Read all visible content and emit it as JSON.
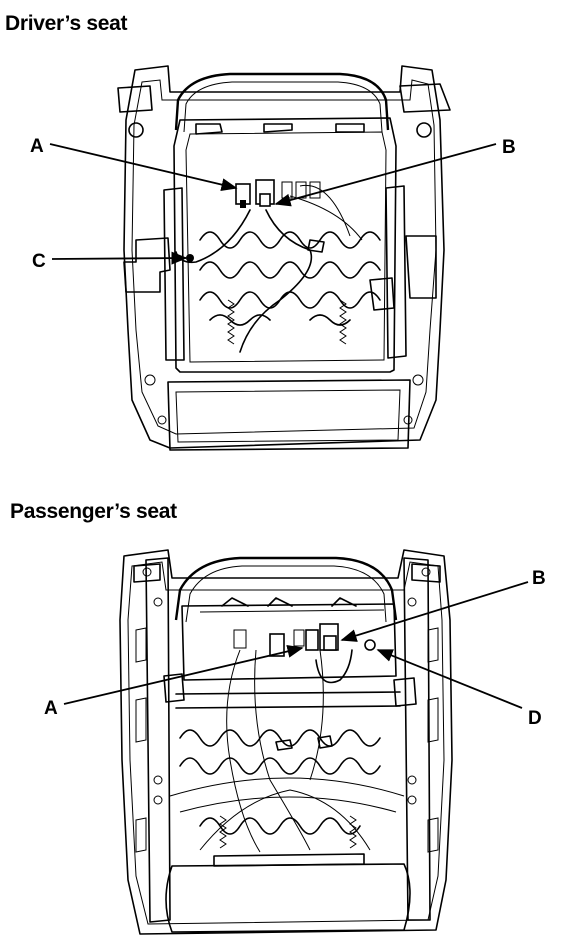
{
  "titles": {
    "driver": "Driver’s seat",
    "passenger": "Passenger’s seat"
  },
  "callouts": {
    "driver": {
      "a": "A",
      "b": "B",
      "c": "C"
    },
    "passenger": {
      "a": "A",
      "b": "B",
      "d": "D"
    }
  }
}
